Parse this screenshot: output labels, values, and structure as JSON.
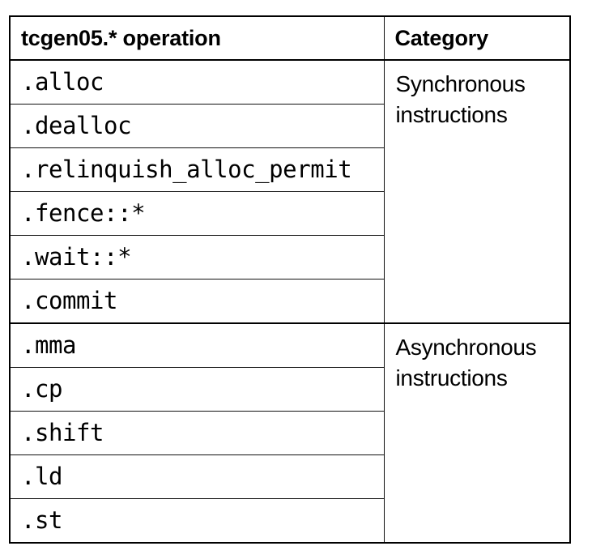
{
  "table": {
    "headers": {
      "operation": "tcgen05.* operation",
      "category": "Category"
    },
    "sections": [
      {
        "category": "Synchronous instructions",
        "operations": [
          ".alloc",
          ".dealloc",
          ".relinquish_alloc_permit",
          ".fence::*",
          ".wait::*",
          ".commit"
        ]
      },
      {
        "category": "Asynchronous instructions",
        "operations": [
          ".mma",
          ".cp",
          ".shift",
          ".ld",
          ".st"
        ]
      }
    ]
  },
  "colors": {
    "background": "#ffffff",
    "text": "#000000",
    "border": "#111111",
    "outer_border": "#000000"
  }
}
